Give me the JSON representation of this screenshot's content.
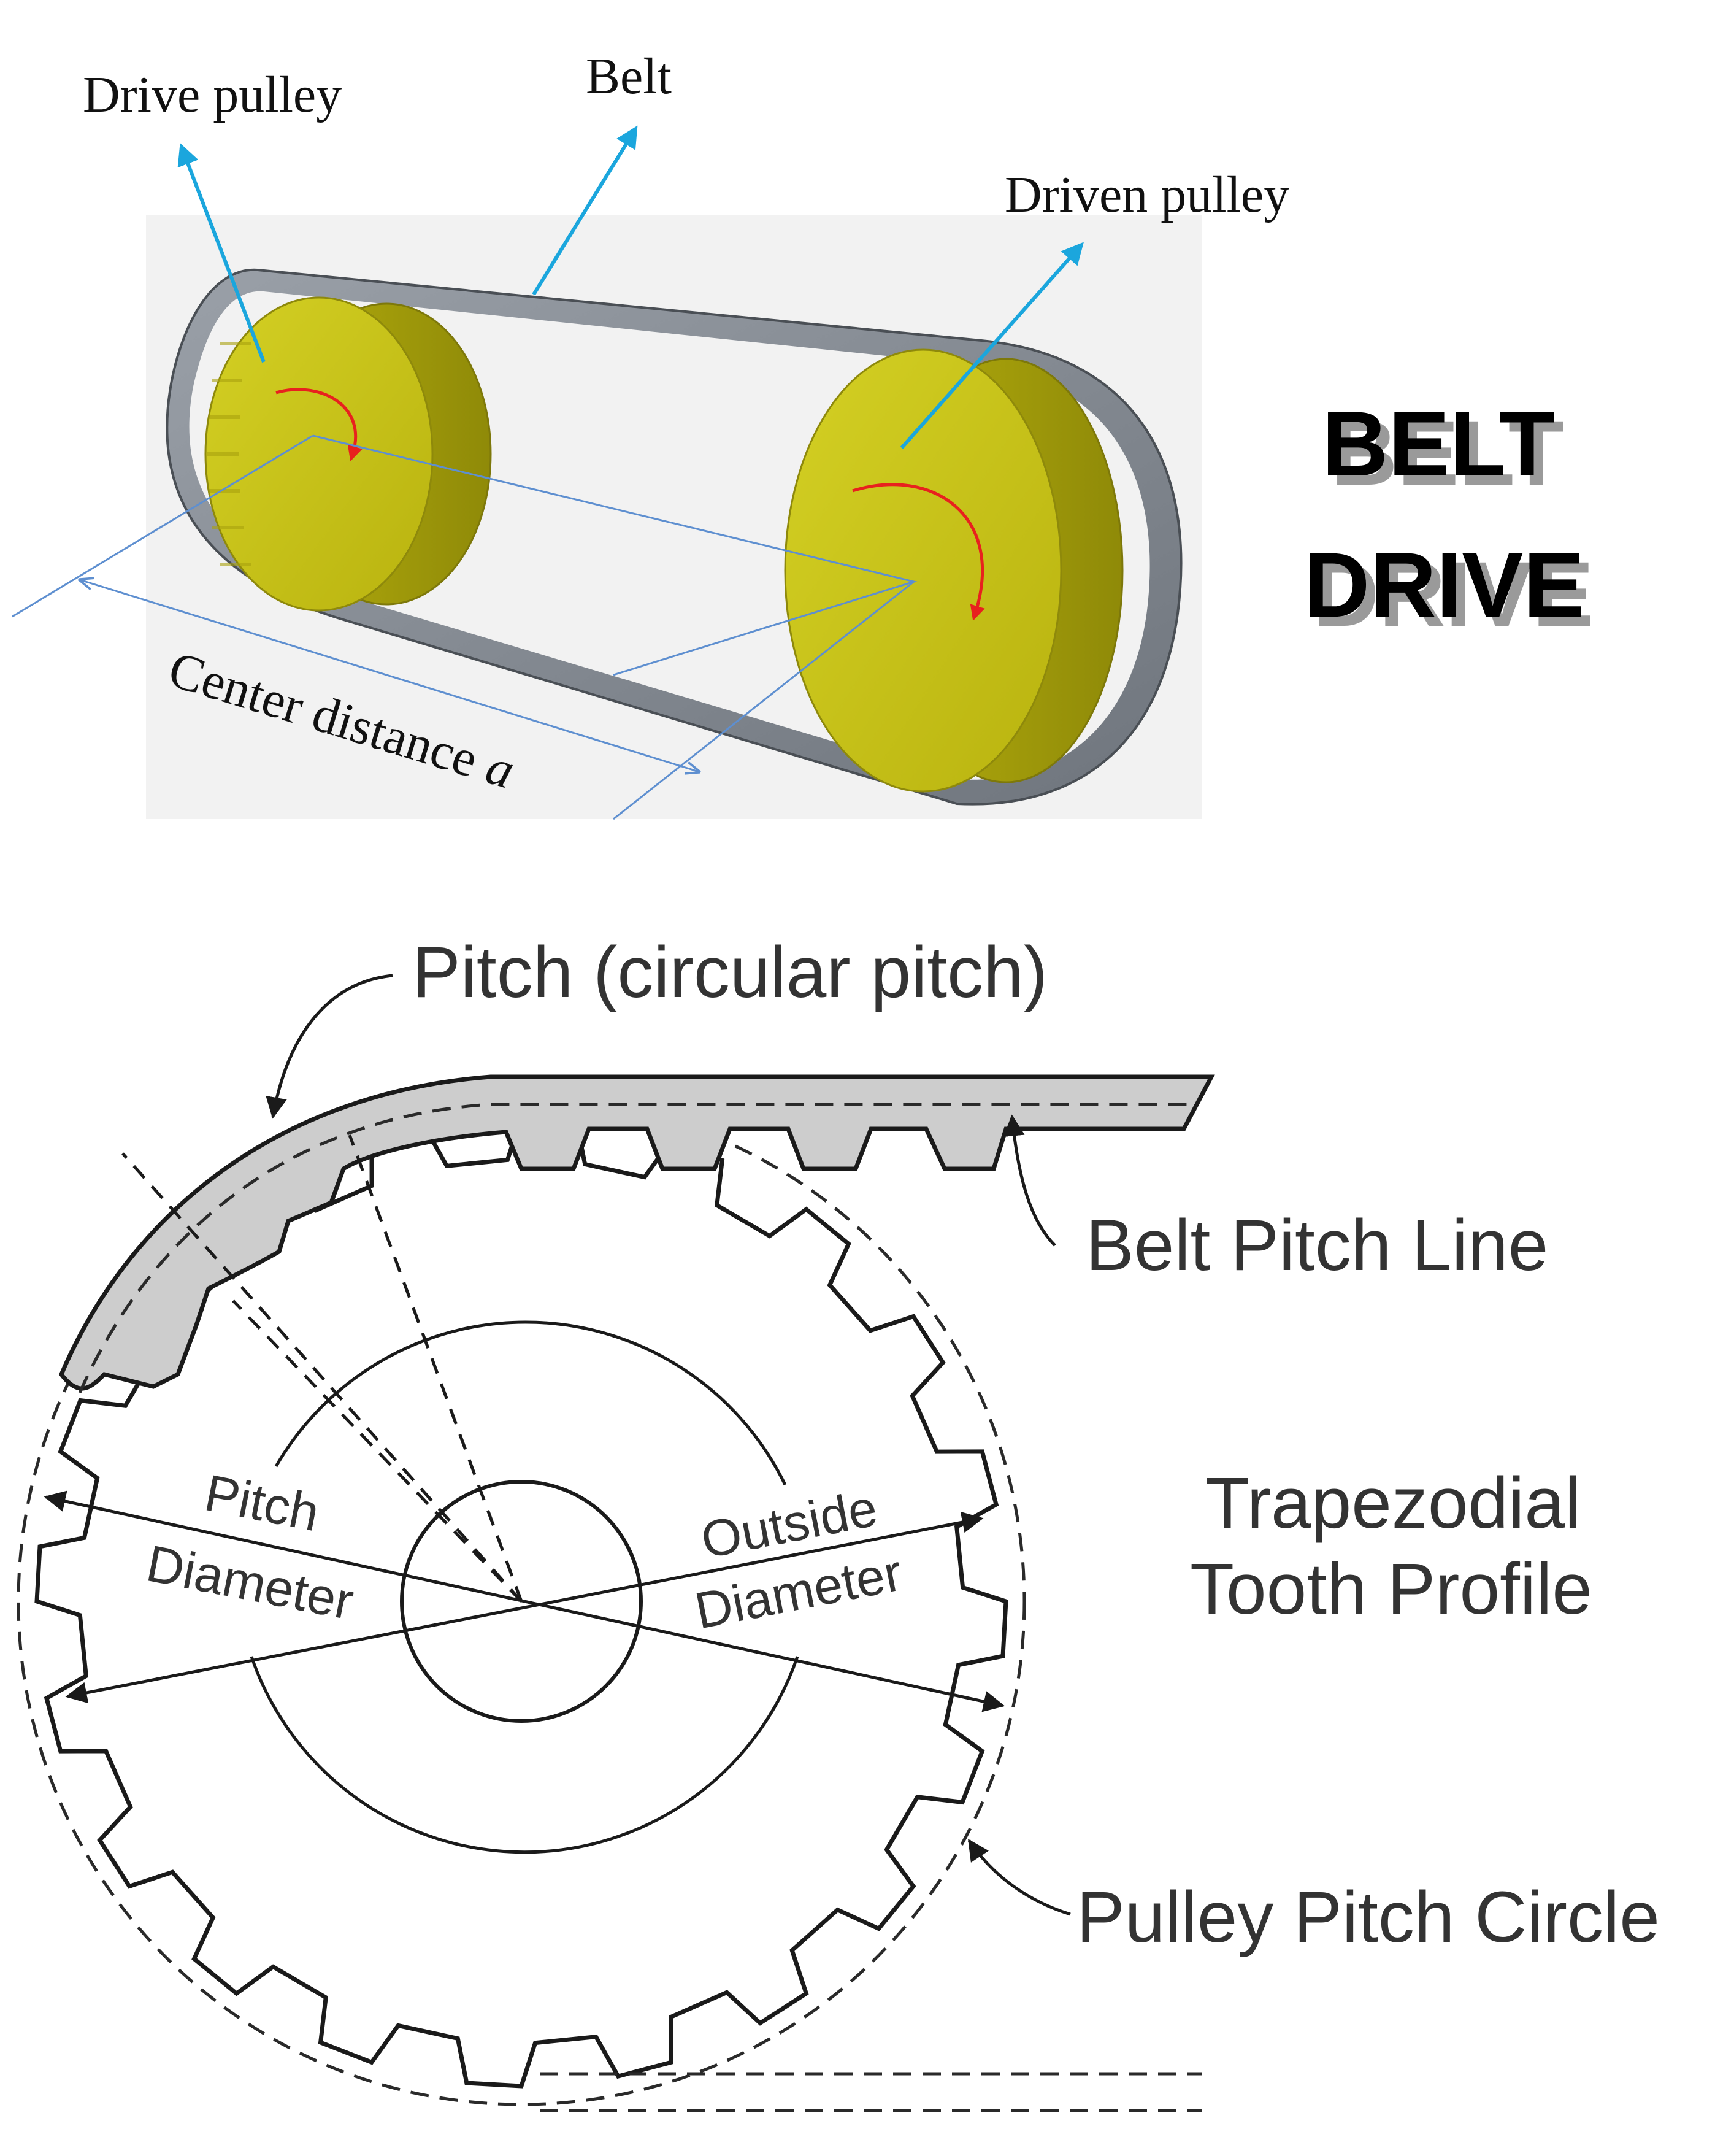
{
  "top_figure": {
    "labels": {
      "drive_pulley": "Drive pulley",
      "belt": "Belt",
      "driven_pulley": "Driven pulley",
      "center_distance": "Center distance",
      "center_distance_symbol": "a"
    },
    "colors": {
      "pulley": "#c6c214",
      "pulley_dark": "#a9a20e",
      "belt": "#8a9098",
      "arrow": "#1ba6dd",
      "rotation": "#e8211e",
      "dimension": "#5e8fd0",
      "background": "#f2f2f2"
    }
  },
  "title": {
    "line1": "BELT",
    "line2": "DRIVE"
  },
  "bottom_figure": {
    "labels": {
      "pitch": "Pitch (circular pitch)",
      "belt_pitch_line": "Belt Pitch Line",
      "tooth_profile_line1": "Trapezodial",
      "tooth_profile_line2": "Tooth Profile",
      "pulley_pitch_circle": "Pulley Pitch Circle",
      "pitch_diameter_line1": "Pitch",
      "pitch_diameter_line2": "Diameter",
      "outside_diameter_line1": "Outside",
      "outside_diameter_line2": "Diameter"
    },
    "colors": {
      "line": "#2a2a2a",
      "belt_fill": "#cdcdcd",
      "text": "#333333"
    }
  }
}
